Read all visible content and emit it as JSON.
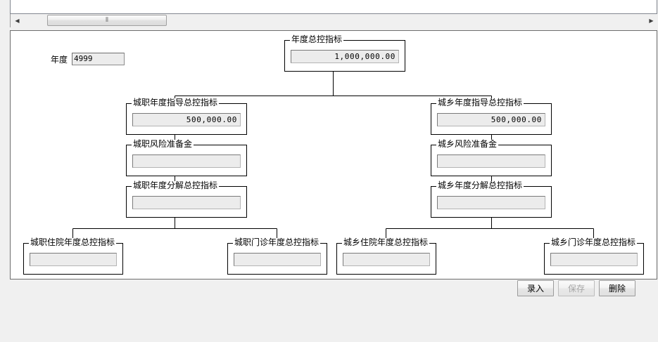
{
  "window": {
    "background_color": "#f0f0f0",
    "panel_background": "#ffffff",
    "border_color": "#6d6d6d"
  },
  "scrollbar": {
    "left_arrow": "◀",
    "right_arrow": "▶",
    "grip": "⦀",
    "orientation": "horizontal"
  },
  "form": {
    "year": {
      "label": "年度",
      "value": "4999",
      "placeholder": ""
    },
    "nodes": [
      {
        "id": "root",
        "title": "年度总控指标",
        "value": "1,000,000.00",
        "placeholder": ""
      },
      {
        "id": "cz-guide",
        "title": "城职年度指导总控指标",
        "value": "500,000.00",
        "placeholder": ""
      },
      {
        "id": "cx-guide",
        "title": "城乡年度指导总控指标",
        "value": "500,000.00",
        "placeholder": ""
      },
      {
        "id": "cz-risk",
        "title": "城职风险准备金",
        "value": "",
        "placeholder": ""
      },
      {
        "id": "cx-risk",
        "title": "城乡风险准备金",
        "value": "",
        "placeholder": ""
      },
      {
        "id": "cz-decomp",
        "title": "城职年度分解总控指标",
        "value": "",
        "placeholder": ""
      },
      {
        "id": "cx-decomp",
        "title": "城乡年度分解总控指标",
        "value": "",
        "placeholder": ""
      },
      {
        "id": "cz-inpatient",
        "title": "城职住院年度总控指标",
        "value": "",
        "placeholder": ""
      },
      {
        "id": "cz-outpatient",
        "title": "城职门诊年度总控指标",
        "value": "",
        "placeholder": ""
      },
      {
        "id": "cx-inpatient",
        "title": "城乡住院年度总控指标",
        "value": "",
        "placeholder": ""
      },
      {
        "id": "cx-outpatient",
        "title": "城乡门诊年度总控指标",
        "value": "",
        "placeholder": ""
      }
    ]
  },
  "buttons": [
    {
      "id": "entry",
      "label": "录入",
      "disabled": false
    },
    {
      "id": "save",
      "label": "保存",
      "disabled": true
    },
    {
      "id": "delete",
      "label": "删除",
      "disabled": false
    }
  ]
}
